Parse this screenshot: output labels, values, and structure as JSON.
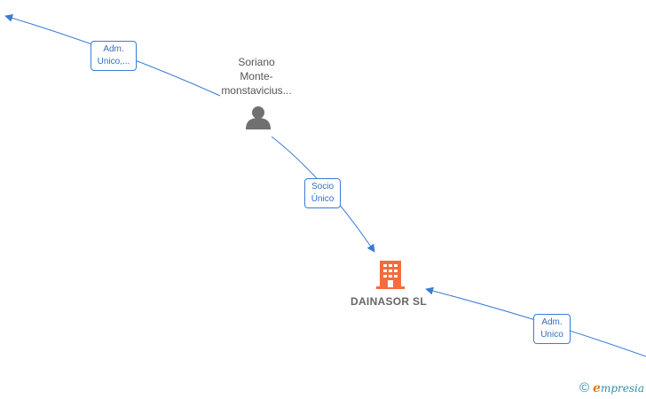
{
  "nodes": {
    "person": {
      "name_lines": [
        "Soriano",
        "Monte-",
        "monstavicius..."
      ],
      "icon": "person-icon",
      "icon_color": "#707070"
    },
    "company": {
      "name": "DAINASOR SL",
      "icon": "building-icon",
      "icon_color": "#f36c3d"
    }
  },
  "edges": [
    {
      "label_lines": [
        "Adm.",
        "Unico,..."
      ]
    },
    {
      "label_lines": [
        "Socio",
        "Único"
      ]
    },
    {
      "label_lines": [
        "Adm.",
        "Unico"
      ]
    }
  ],
  "colors": {
    "edge_line": "#3a7bd5",
    "edge_label_text": "#2f6ec7"
  },
  "footer": {
    "copyright_symbol": "©",
    "brand_initial": "e",
    "brand_rest": "mpresia"
  }
}
